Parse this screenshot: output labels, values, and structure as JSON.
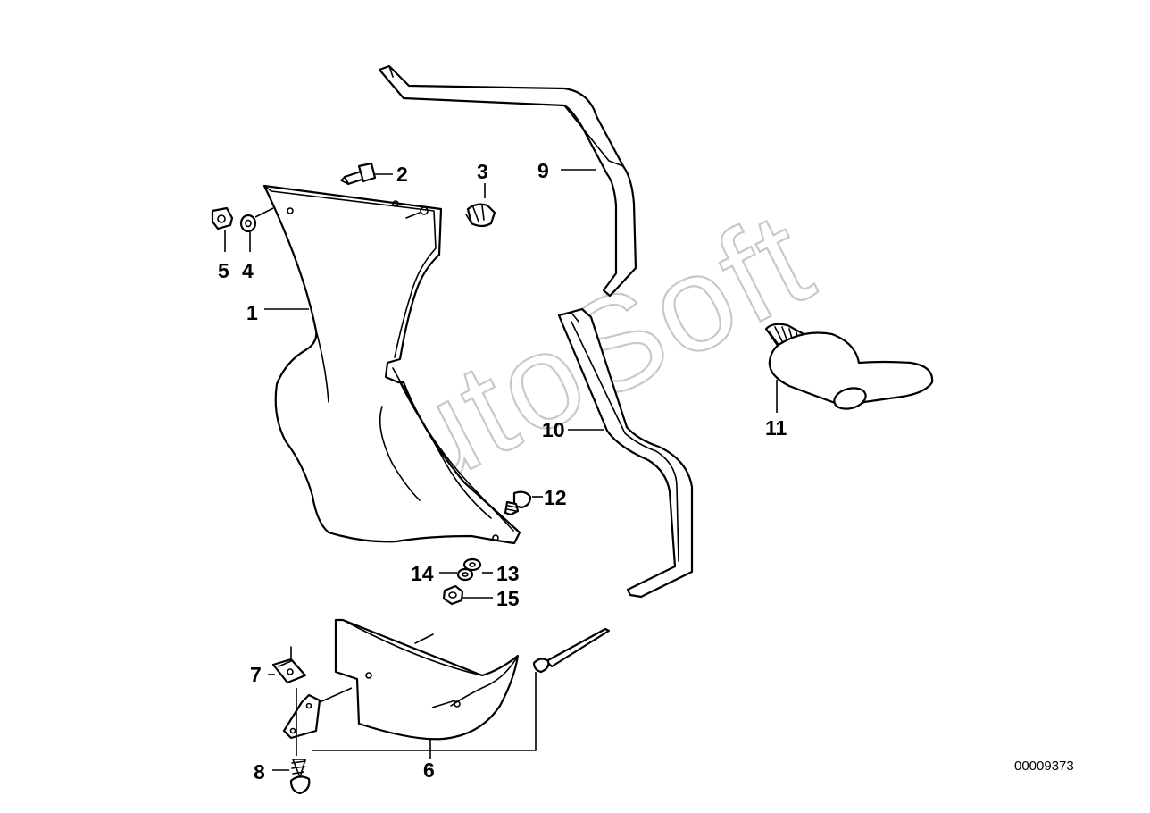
{
  "diagram_code": "00009373",
  "watermark": "AutoSoft",
  "callouts": [
    "1",
    "2",
    "3",
    "4",
    "5",
    "6",
    "7",
    "8",
    "9",
    "10",
    "11",
    "12",
    "13",
    "14",
    "15"
  ]
}
